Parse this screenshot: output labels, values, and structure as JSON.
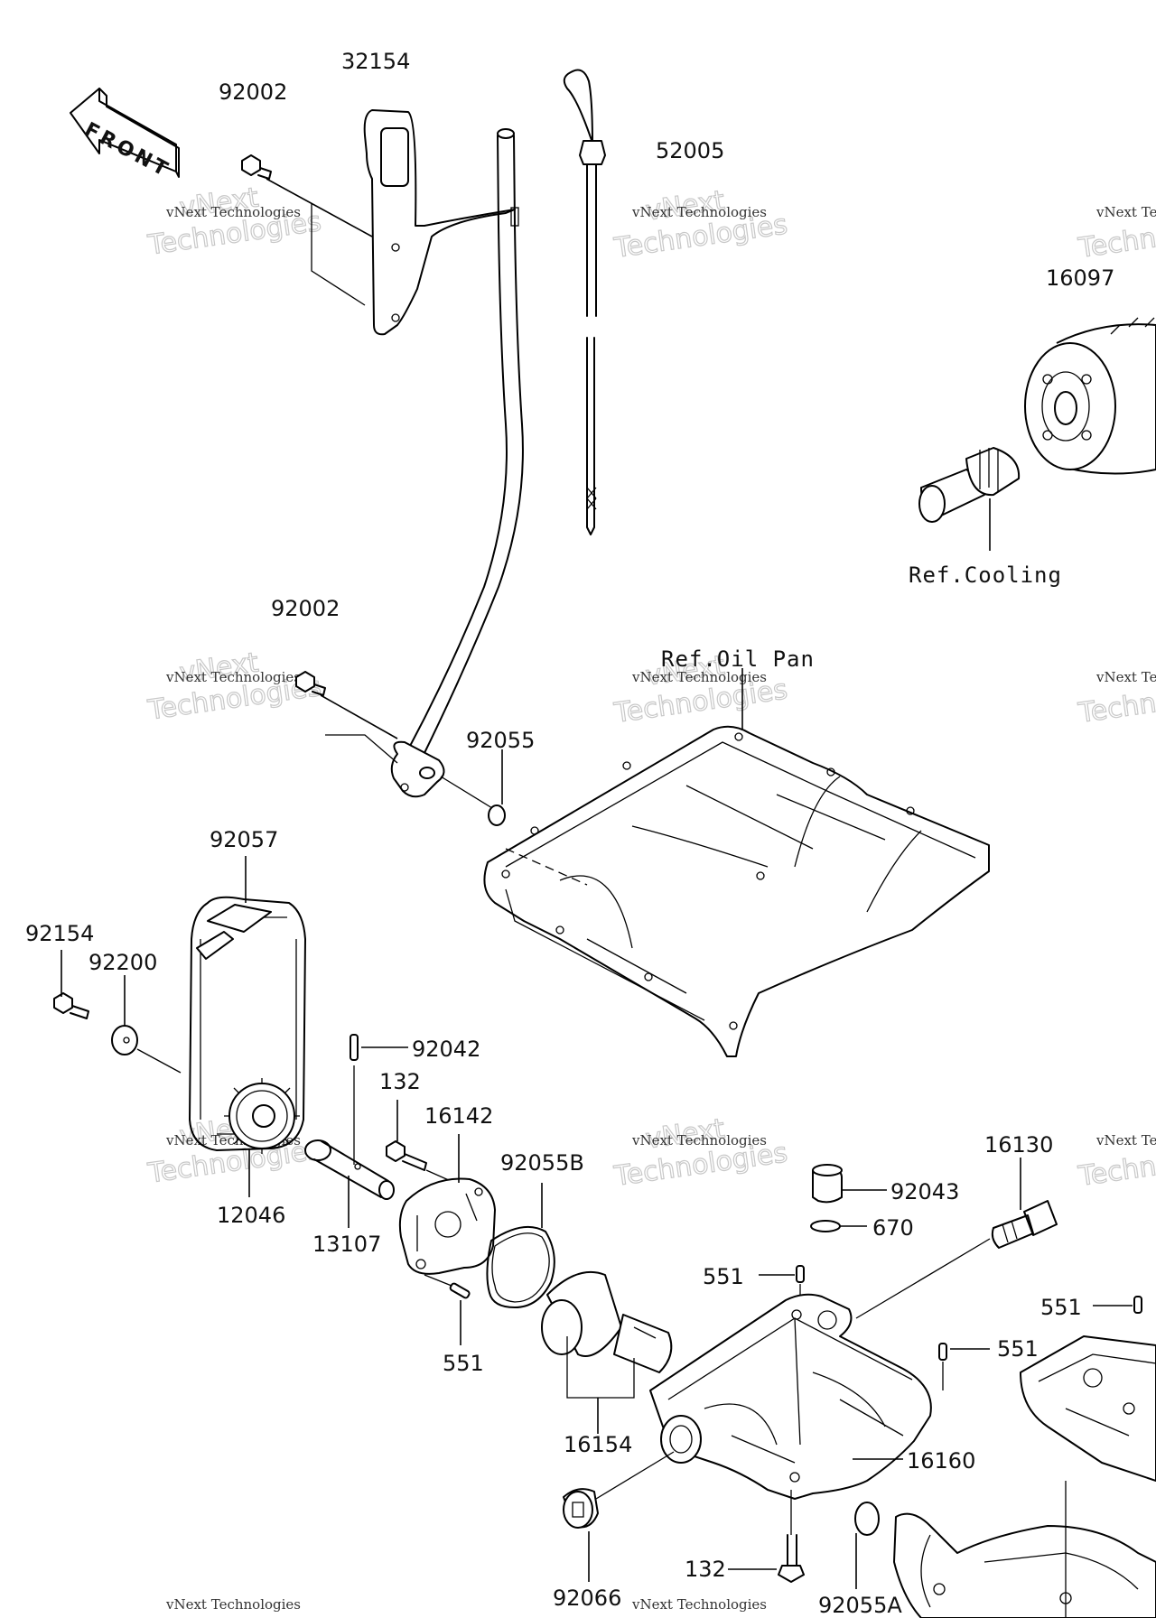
{
  "front_arrow": {
    "text": "FRONT"
  },
  "callouts": {
    "c_32154": "32154",
    "c_92002a": "92002",
    "c_52005": "52005",
    "c_16097": "16097",
    "ref_cooling": "Ref.Cooling",
    "c_92002b": "92002",
    "ref_oil_pan": "Ref.Oil Pan",
    "c_92055": "92055",
    "c_92057": "92057",
    "c_92154": "92154",
    "c_92200": "92200",
    "c_92042": "92042",
    "c_132a": "132",
    "c_16142": "16142",
    "c_16130": "16130",
    "c_12046": "12046",
    "c_13107": "13107",
    "c_92055b": "92055B",
    "c_92043": "92043",
    "c_670": "670",
    "c_551a": "551",
    "c_551b": "551",
    "c_551c": "551",
    "c_551d": "551",
    "c_16154": "16154",
    "c_16160": "16160",
    "c_92066": "92066",
    "c_132b": "132",
    "c_92055a": "92055A"
  },
  "watermark": {
    "line_small": "vNext Technologies",
    "line_large": "Technologies",
    "line_brand": "vNext"
  }
}
